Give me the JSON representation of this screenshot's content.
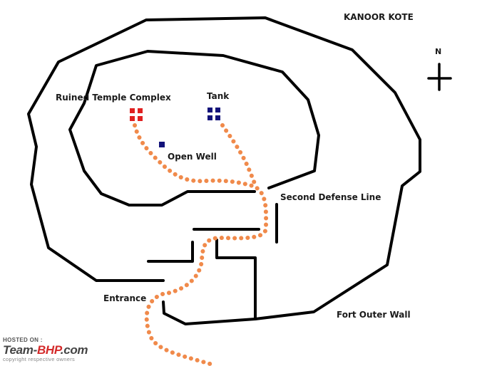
{
  "map": {
    "title": "KANOOR KOTE",
    "north_label": "N",
    "labels": {
      "temple": "Ruined Temple Complex",
      "tank": "Tank",
      "well": "Open Well",
      "second_defense": "Second Defense Line",
      "entrance": "Entrance",
      "outer_wall": "Fort Outer Wall"
    },
    "colors": {
      "wall": "#000000",
      "path": "#f08a4b",
      "temple": "#e02020",
      "tank": "#12127a",
      "well": "#12127a"
    }
  },
  "watermark": {
    "hosted": "HOSTED ON :",
    "brand_left": "Team-",
    "brand_hl": "BHP",
    "brand_right": ".com",
    "copyright": "copyright respective owners"
  }
}
